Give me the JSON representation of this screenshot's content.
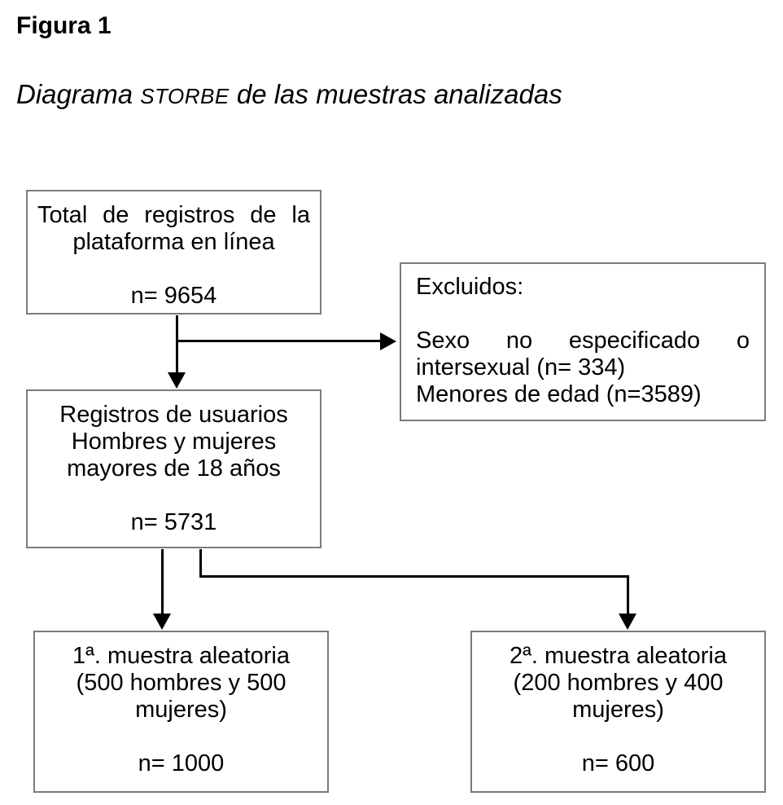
{
  "title": "Figura 1",
  "subtitle": {
    "prefix": "Diagrama ",
    "acronym": "STORBE",
    "suffix": " de las muestras analizadas"
  },
  "boxes": {
    "total": {
      "lines": [
        "Total de registros de la",
        "plataforma en línea"
      ],
      "n": "n= 9654"
    },
    "excluded": {
      "heading": "Excluidos:",
      "lines": [
        "Sexo no especificado o",
        "intersexual (n= 334)",
        "Menores de edad (n=3589)"
      ]
    },
    "eligible": {
      "lines": [
        "Registros de usuarios",
        "Hombres y mujeres",
        "mayores de 18 años"
      ],
      "n": "n= 5731"
    },
    "sample1": {
      "lines": [
        "1ª. muestra aleatoria",
        "(500 hombres y 500",
        "mujeres)"
      ],
      "n": "n= 1000"
    },
    "sample2": {
      "lines": [
        "2ª. muestra aleatoria",
        "(200 hombres y 400",
        "mujeres)"
      ],
      "n": "n= 600"
    }
  },
  "colors": {
    "box_border": "#7b7b7b",
    "arrow": "#000000",
    "text": "#000000",
    "background": "#ffffff"
  }
}
